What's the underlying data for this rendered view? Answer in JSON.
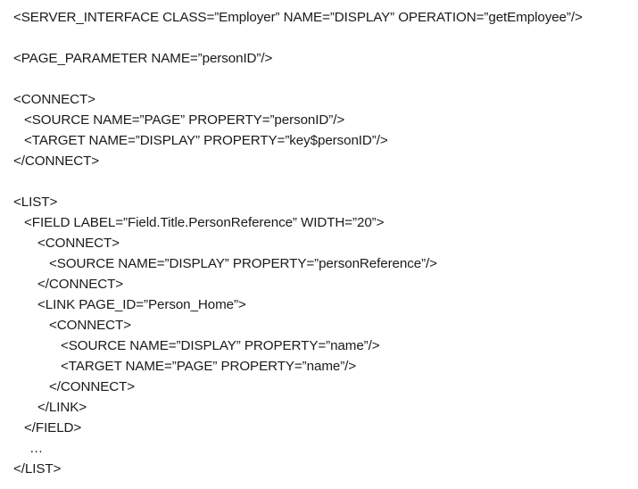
{
  "lines": {
    "l1": "<SERVER_INTERFACE CLASS=”Employer” NAME=”DISPLAY” OPERATION=”getEmployee”/>",
    "l2": "<PAGE_PARAMETER NAME=”personID”/>",
    "l3": "<CONNECT>",
    "l4": "<SOURCE NAME=”PAGE” PROPERTY=”personID”/>",
    "l5": "<TARGET NAME=”DISPLAY” PROPERTY=”key$personID”/>",
    "l6": "</CONNECT>",
    "l7": "<LIST>",
    "l8": "<FIELD LABEL=”Field.Title.PersonReference” WIDTH=”20”>",
    "l9": "<CONNECT>",
    "l10": "<SOURCE NAME=”DISPLAY” PROPERTY=”personReference”/>",
    "l11": "</CONNECT>",
    "l12": "<LINK PAGE_ID=”Person_Home”>",
    "l13": "<CONNECT>",
    "l14": "<SOURCE NAME=”DISPLAY” PROPERTY=”name”/>",
    "l15": "<TARGET NAME=”PAGE” PROPERTY=”name”/>",
    "l16": "</CONNECT>",
    "l17": "</LINK>",
    "l18": "</FIELD>",
    "l19": "…",
    "l20": "</LIST>"
  }
}
